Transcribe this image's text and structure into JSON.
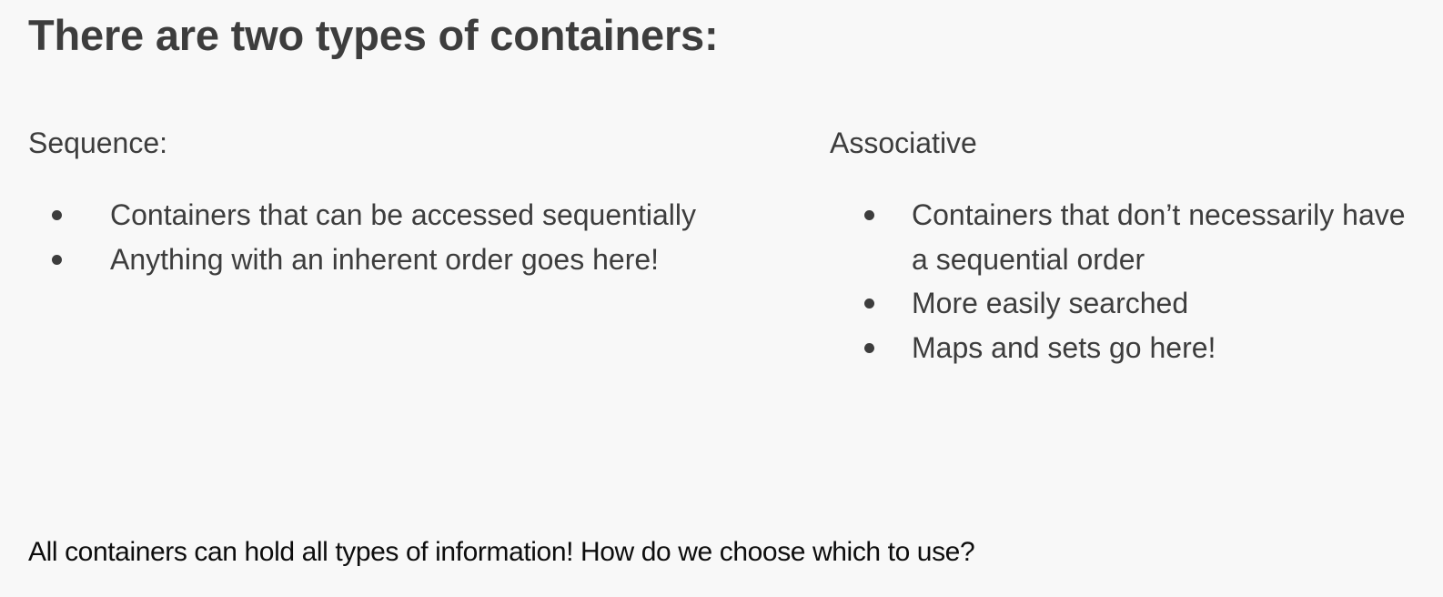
{
  "slide": {
    "title": "There are two types of containers:",
    "background_color": "#f8f8f8",
    "title_color": "#3d3d3d",
    "body_color": "#3d3d3d",
    "footer_color": "#0d0d0d",
    "columns": [
      {
        "heading": "Sequence:",
        "bullets": [
          "Containers that can be accessed sequentially",
          "Anything with an inherent order goes here!"
        ]
      },
      {
        "heading": "Associative",
        "bullets": [
          "Containers that don’t necessarily have a sequential order",
          "More easily searched",
          "Maps and sets go here!"
        ]
      }
    ],
    "footer": "All containers can hold all types of information! How do we choose which to use?"
  }
}
